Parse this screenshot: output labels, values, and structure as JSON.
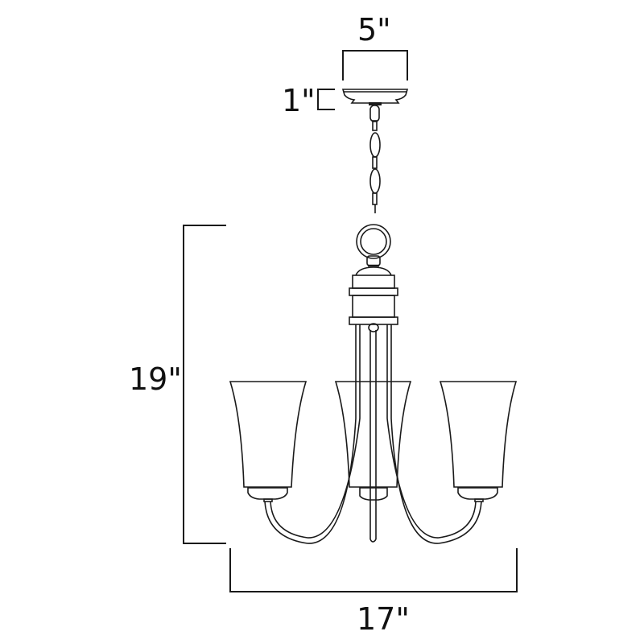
{
  "diagram": {
    "subject": "3-light chandelier line drawing",
    "dimensions": {
      "canopy_width": "5\"",
      "canopy_height": "1\"",
      "fixture_height": "19\"",
      "fixture_width": "17\""
    }
  }
}
